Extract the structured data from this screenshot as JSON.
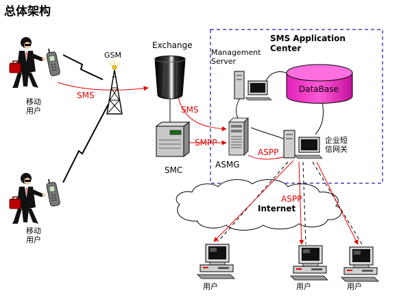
{
  "title": "总体架构",
  "labels": {
    "mobile_user_1": "移动\n用户",
    "mobile_user_2": "移动\n用户",
    "gsm": "GSM",
    "exchange": "Exchange",
    "sms_1": "SMS",
    "sms_2": "SMS",
    "smpp": "SMPP",
    "smc": "SMC",
    "asmg": "ASMG",
    "aspp_1": "ASPP",
    "aspp_2": "ASPP",
    "internet": "Internet",
    "mgmt_server": "Management\nServer",
    "app_center": "SMS Application\nCenter",
    "database": "DataBase",
    "enterprise_gw": "企业短\n信网关",
    "user_1": "用户",
    "user_2": "用户",
    "user_3": "用户"
  },
  "colors": {
    "red_text": "#e00000",
    "database_fill": "#ff33cc",
    "dashed_box": "#1a1aa6"
  },
  "icons": {
    "person": "businessman-with-phone-icon",
    "phone": "mobile-phone-icon",
    "tower": "antenna-tower-icon",
    "lightning": "lightning-link-icon",
    "exchange": "switch-exchange-icon",
    "server": "server-tower-icon",
    "pc": "desktop-computer-icon",
    "cloud": "cloud-icon",
    "database": "database-cylinder-icon"
  }
}
